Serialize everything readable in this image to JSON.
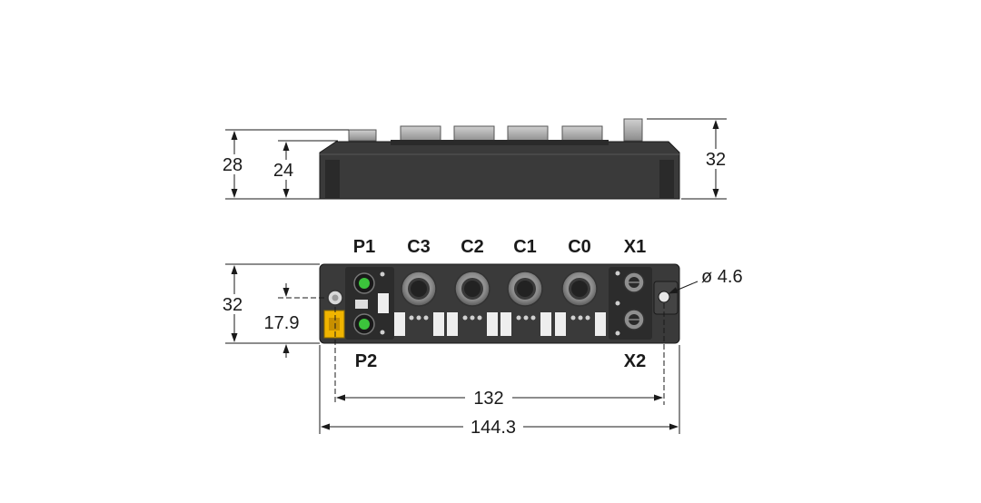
{
  "side_view": {
    "dim_total_height": "28",
    "dim_body_height": "24",
    "dim_right_height": "32"
  },
  "front_view": {
    "dim_height": "32",
    "dim_mount_offset": "17.9",
    "dim_hole": "ø 4.6",
    "dim_hole_spacing": "132",
    "dim_total_width": "144.3",
    "connector_labels": {
      "p1": "P1",
      "p2": "P2",
      "c3": "C3",
      "c2": "C2",
      "c1": "C1",
      "c0": "C0",
      "x1": "X1",
      "x2": "X2"
    }
  },
  "colors": {
    "housing": "#3a3a3a",
    "housing_dark": "#1e1e1e",
    "connector_metal": "#a0a0a0",
    "led_green": "#3cc43c",
    "power_terminal": "#f0b400",
    "dim_line": "#1a1a1a"
  }
}
